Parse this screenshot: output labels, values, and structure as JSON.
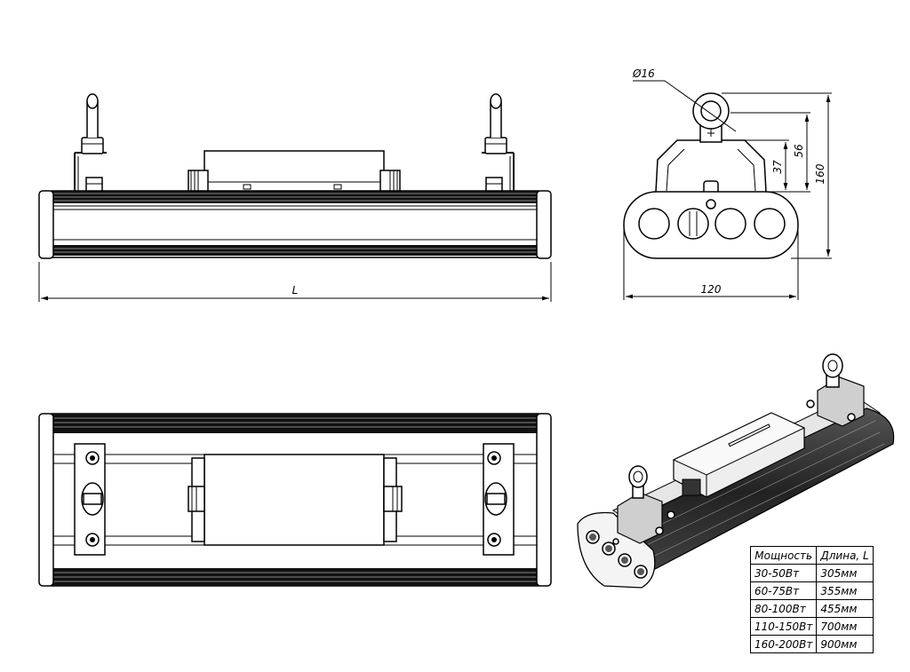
{
  "dimensions": {
    "length_label": "L",
    "width_label": "120",
    "hole_diameter_label": "Ø16",
    "height_37_label": "37",
    "height_56_label": "56",
    "height_160_label": "160"
  },
  "spec_table": {
    "headers": [
      "Мощность",
      "Длина, L"
    ],
    "rows": [
      [
        "30-50Вт",
        "305мм"
      ],
      [
        "60-75Вт",
        "355мм"
      ],
      [
        "80-100Вт",
        "455мм"
      ],
      [
        "110-150Вт",
        "700мм"
      ],
      [
        "160-200Вт",
        "900мм"
      ]
    ]
  }
}
